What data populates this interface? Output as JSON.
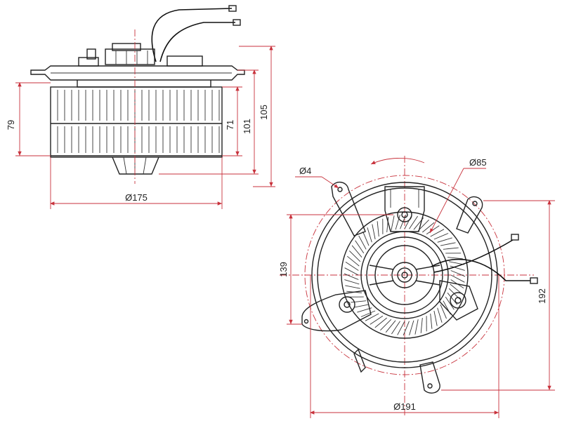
{
  "dimensions": {
    "height_79": "79",
    "height_71": "71",
    "height_101": "101",
    "height_105": "105",
    "diameter_175": "Ø175",
    "hole_4": "Ø4",
    "diameter_85": "Ø85",
    "height_139": "139",
    "height_192": "192",
    "diameter_191": "Ø191"
  },
  "colors": {
    "line": "#222222",
    "dimension": "#c8323c",
    "background": "#ffffff"
  },
  "icons": {
    "rotation_arrow": "counterclockwise-arrow-icon"
  }
}
